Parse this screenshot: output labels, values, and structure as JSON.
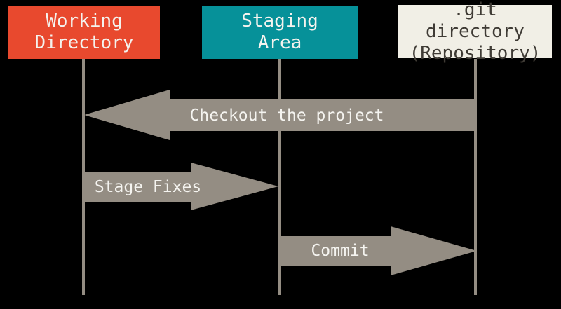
{
  "palette": {
    "background": "#000000",
    "working_directory_box": "#E8492E",
    "staging_area_box": "#069199",
    "git_directory_box": "#F1EFE6",
    "arrow_and_lifelines": "#948D83",
    "light_text": "#F4F3EE",
    "dark_text": "#3F3B35"
  },
  "columns": [
    {
      "line1": "Working",
      "line2": "Directory"
    },
    {
      "line1": "Staging",
      "line2": "Area"
    },
    {
      "line1": ".git directory",
      "line2": "(Repository)"
    }
  ],
  "arrows": [
    {
      "label": "Checkout the project",
      "direction": "left",
      "from": "git-directory",
      "to": "working-directory"
    },
    {
      "label": "Stage Fixes",
      "direction": "right",
      "from": "working-directory",
      "to": "staging-area"
    },
    {
      "label": "Commit",
      "direction": "right",
      "from": "staging-area",
      "to": "git-directory"
    }
  ]
}
